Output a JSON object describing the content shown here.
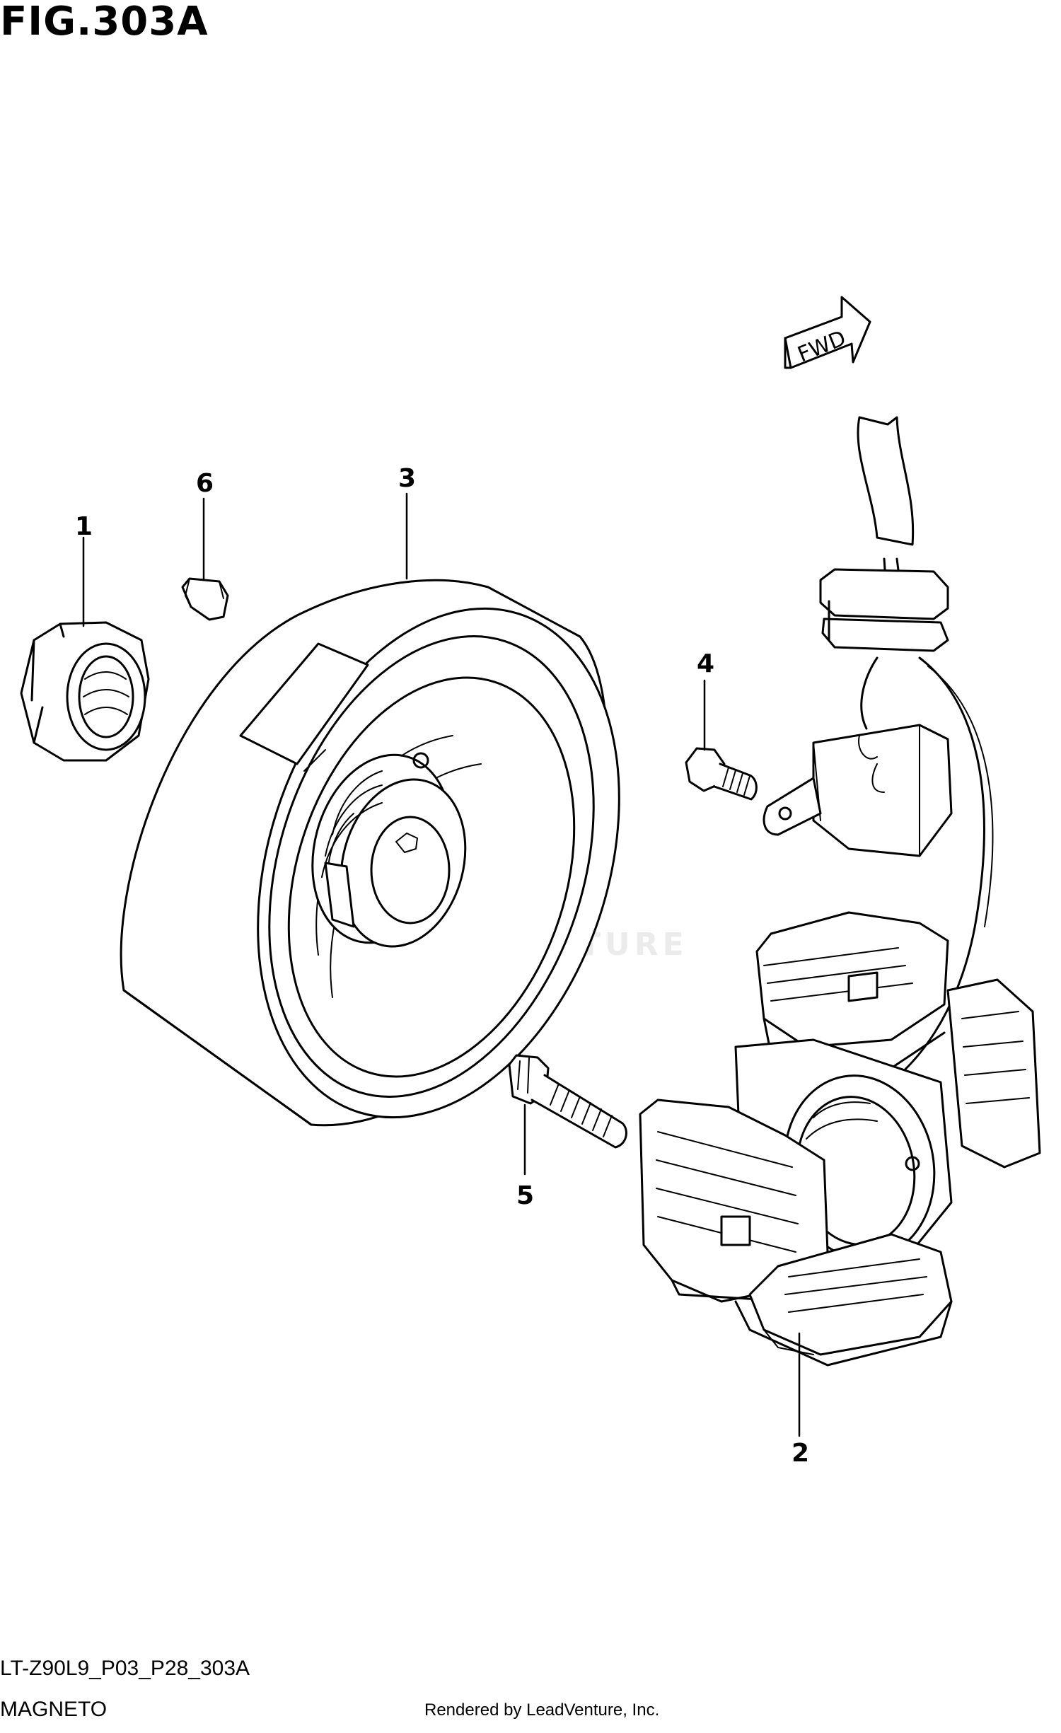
{
  "figure": {
    "title": "FIG.303A",
    "code": "LT-Z90L9_P03_P28_303A",
    "name": "MAGNETO",
    "credit": "Rendered by LeadVenture, Inc.",
    "watermark": "LEADVENTURE",
    "direction_label": "FWD"
  },
  "callouts": [
    {
      "number": "1",
      "part": "nut"
    },
    {
      "number": "2",
      "part": "stator"
    },
    {
      "number": "3",
      "part": "rotor"
    },
    {
      "number": "4",
      "part": "screw"
    },
    {
      "number": "5",
      "part": "bolt"
    },
    {
      "number": "6",
      "part": "key"
    }
  ],
  "colors": {
    "line": "#000000",
    "background": "#ffffff"
  }
}
